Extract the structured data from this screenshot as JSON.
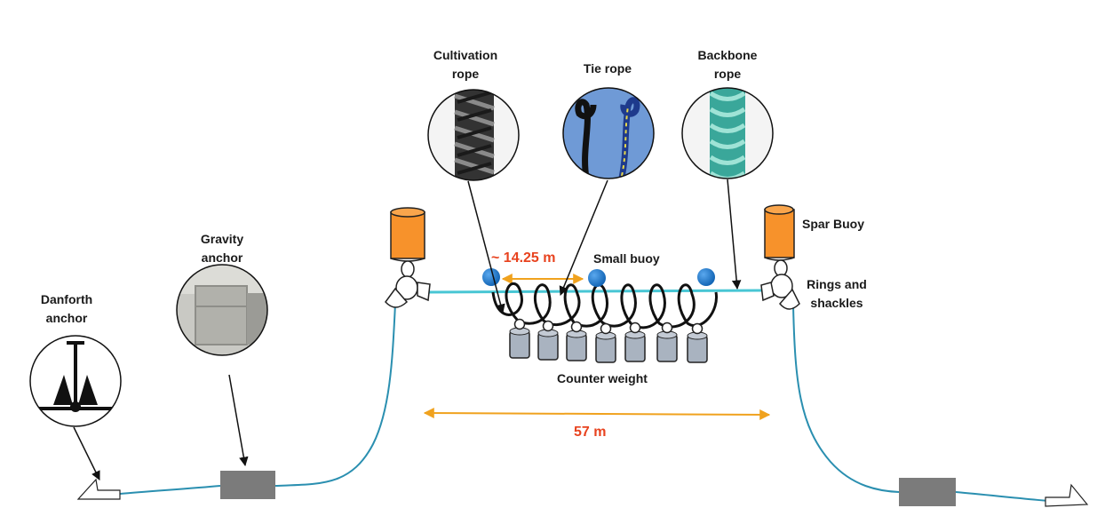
{
  "labels": {
    "cultivation_rope": [
      "Cultivation",
      "rope"
    ],
    "tie_rope": "Tie rope",
    "backbone_rope": [
      "Backbone",
      "rope"
    ],
    "spar_buoy": "Spar Buoy",
    "small_buoy": "Small buoy",
    "rings_shackles": [
      "Rings and",
      "shackles"
    ],
    "gravity_anchor": [
      "Gravity",
      "anchor"
    ],
    "danforth_anchor": [
      "Danforth",
      "anchor"
    ],
    "counter_weight": "Counter weight"
  },
  "dimensions": {
    "spacing": "~ 14.25 m",
    "length": "57 m"
  },
  "colors": {
    "mooring_line": "#2a8fb0",
    "backbone_line": "#48c6d4",
    "buoy_orange": "#f7922b",
    "small_buoy_blue": "#1b7bd0",
    "weight_gray": "#a9b3c0",
    "block_gray": "#7b7b7b",
    "dimension_arrow": "#f0a21e",
    "dimension_text": "#e8431f"
  }
}
